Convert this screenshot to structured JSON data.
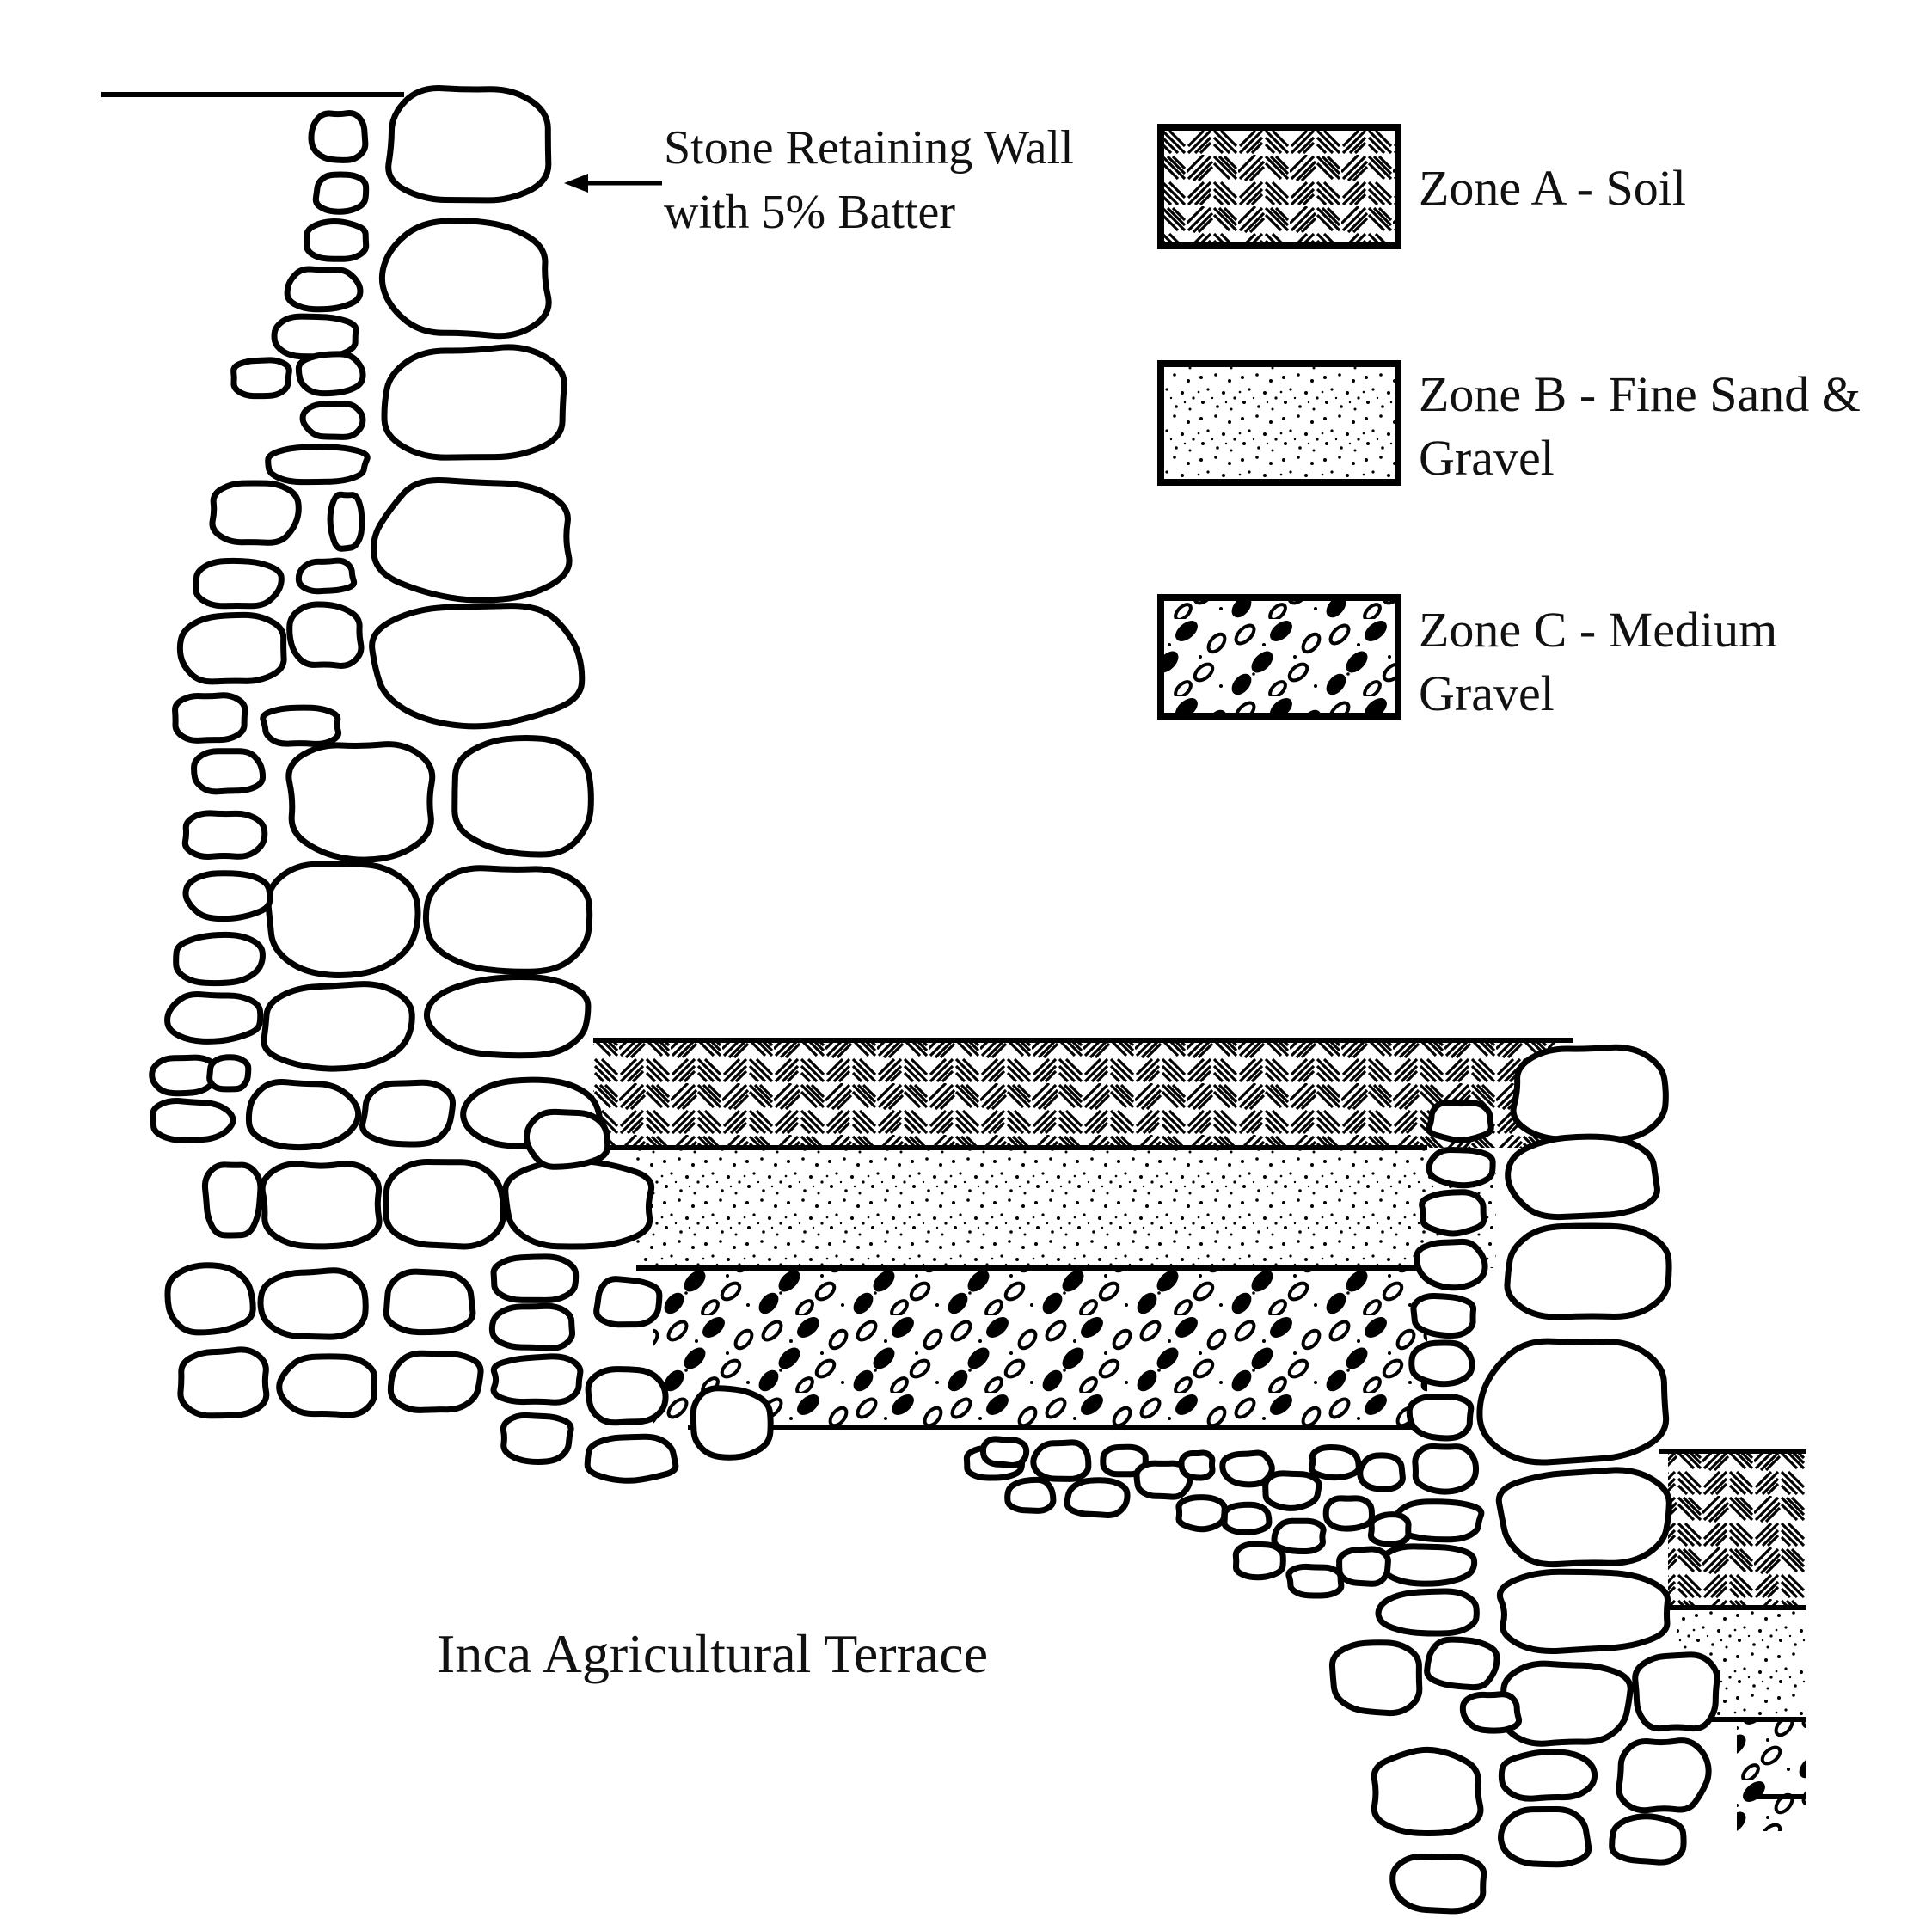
{
  "callout": {
    "line1": "Stone Retaining  Wall",
    "line2": "with  5% Batter"
  },
  "legend": [
    {
      "pattern": "soil-hatch",
      "line1": "Zone  A  - Soil",
      "line2": ""
    },
    {
      "pattern": "fine-sand-dots",
      "line1": "Zone  B  - Fine  Sand &",
      "line2": "Gravel"
    },
    {
      "pattern": "gravel-ovals",
      "line1": "Zone  C  - Medium",
      "line2": "Gravel"
    }
  ],
  "caption": "Inca Agricultural  Terrace",
  "colors": {
    "ink": "#000000",
    "paper": "#ffffff"
  }
}
